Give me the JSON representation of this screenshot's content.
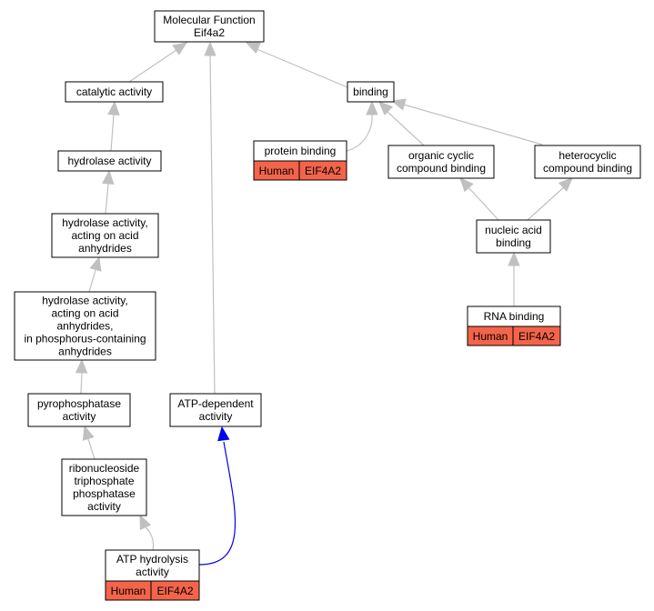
{
  "colors": {
    "annotation_fill": "#f4644a",
    "edge_gray": "#c0c0c0",
    "edge_blue": "#0000ee"
  },
  "nodes": {
    "molecular_function": {
      "lines": [
        "Molecular Function",
        "Eif4a2"
      ]
    },
    "catalytic_activity": {
      "lines": [
        "catalytic activity"
      ]
    },
    "binding": {
      "lines": [
        "binding"
      ]
    },
    "protein_binding": {
      "lines": [
        "protein binding"
      ],
      "annotation": [
        "Human",
        "EIF4A2"
      ]
    },
    "organic_cyclic_compound_binding": {
      "lines": [
        "organic cyclic",
        "compound binding"
      ]
    },
    "heterocyclic_compound_binding": {
      "lines": [
        "heterocyclic",
        "compound binding"
      ]
    },
    "hydrolase_activity": {
      "lines": [
        "hydrolase activity"
      ]
    },
    "hydrolase_acid_anhydrides": {
      "lines": [
        "hydrolase activity,",
        "acting on acid",
        "anhydrides"
      ]
    },
    "nucleic_acid_binding": {
      "lines": [
        "nucleic acid",
        "binding"
      ]
    },
    "hydrolase_phosphorus_anhydrides": {
      "lines": [
        "hydrolase activity,",
        "acting on acid",
        "anhydrides,",
        "in phosphorus-containing",
        "anhydrides"
      ]
    },
    "rna_binding": {
      "lines": [
        "RNA binding"
      ],
      "annotation": [
        "Human",
        "EIF4A2"
      ]
    },
    "pyrophosphatase_activity": {
      "lines": [
        "pyrophosphatase",
        "activity"
      ]
    },
    "atp_dependent_activity": {
      "lines": [
        "ATP-dependent",
        "activity"
      ]
    },
    "ribonucleoside_triphosphate_phosphatase": {
      "lines": [
        "ribonucleoside",
        "triphosphate",
        "phosphatase",
        "activity"
      ]
    },
    "atp_hydrolysis_activity": {
      "lines": [
        "ATP hydrolysis",
        "activity"
      ],
      "annotation": [
        "Human",
        "EIF4A2"
      ]
    }
  }
}
